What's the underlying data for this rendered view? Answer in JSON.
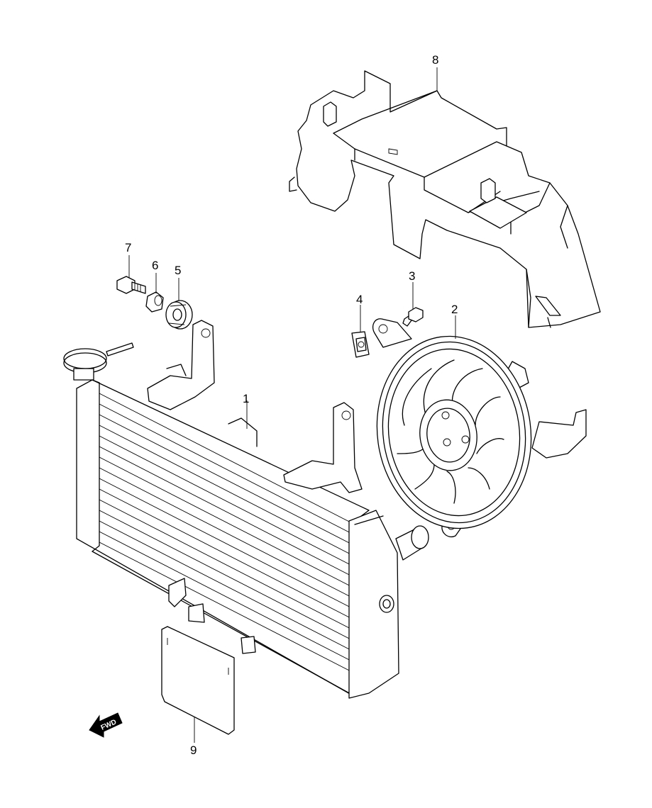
{
  "diagram": {
    "callouts": [
      {
        "id": "1",
        "text": "1"
      },
      {
        "id": "2",
        "text": "2"
      },
      {
        "id": "3",
        "text": "3"
      },
      {
        "id": "4",
        "text": "4"
      },
      {
        "id": "5",
        "text": "5"
      },
      {
        "id": "6",
        "text": "6"
      },
      {
        "id": "7",
        "text": "7"
      },
      {
        "id": "8",
        "text": "8"
      },
      {
        "id": "9",
        "text": "9"
      }
    ],
    "direction_marker": "FWD"
  }
}
